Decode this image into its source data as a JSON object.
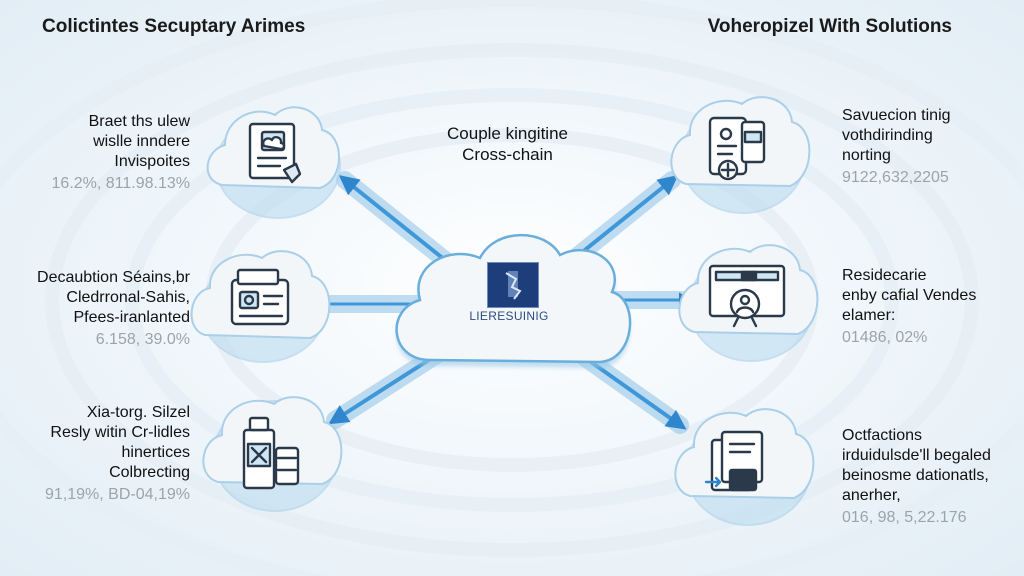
{
  "headings": {
    "left": "Colictintes Secuptary Arimes",
    "right": "Voheropizel With Solutions"
  },
  "center": {
    "line1": "Couple kingitine",
    "line2": "Cross-chain",
    "hub_label": "LIERESUINIG"
  },
  "left_items": [
    {
      "lines": [
        "Braet ths ulew",
        "wislle inndere",
        "Invispoites"
      ],
      "stat": "16.2%, 811.98.13%",
      "icon": "document-cloud-icon"
    },
    {
      "lines": [
        "Decaubtion Séains,br",
        "Cledrronal-Sahis,",
        "Pfees-iranlanted"
      ],
      "stat": "6.158, 39.0%",
      "icon": "id-card-icon"
    },
    {
      "lines": [
        "Xia-torg. Silzel",
        "Resly witin Cr-lidles",
        "hinertices",
        "Colbrecting"
      ],
      "stat": "91,19%, BD-04,19%",
      "icon": "container-icon"
    }
  ],
  "right_items": [
    {
      "lines": [
        "Savuecion tinig",
        "vothdirinding",
        "norting"
      ],
      "stat": "9122,632,2205",
      "icon": "phone-badge-icon"
    },
    {
      "lines": [
        "Residecarie",
        "enby cafial Vendes",
        "elamer:"
      ],
      "stat": "01486, 02%",
      "icon": "monitor-user-icon"
    },
    {
      "lines": [
        "Octfactions",
        "irduidulsde'll begaled",
        "beinosme dationatls,",
        "anerher,"
      ],
      "stat": "016, 98, 5,22.176",
      "icon": "files-icon"
    }
  ],
  "colors": {
    "arrow": "#5aa8df",
    "cloud_fill": "#f3f6f8",
    "cloud_shadow": "#9cc9e6",
    "hub_blue": "#1d3e7a",
    "stat_gray": "#9aa4ad"
  }
}
